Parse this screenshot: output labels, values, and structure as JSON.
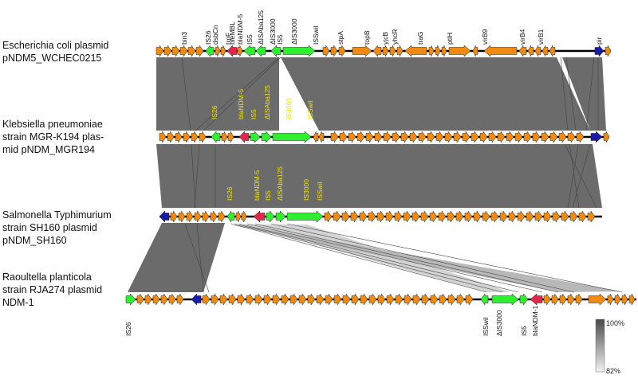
{
  "tracks": [
    {
      "lines": [
        "Escherichia coli plasmid",
        "pNDM5_WCHEC0215"
      ],
      "labels": [
        "bin3",
        "IS26",
        "dsbCn",
        "trpF",
        "bleMBL",
        "blaNDM-5",
        "IS5",
        "ΔISAba125",
        "ΔIS3000",
        "IS5",
        "ΔIS3000",
        "ISSwil",
        "stpA",
        "topB",
        "yjcB",
        "yhcR",
        "traG",
        "ptlH",
        "virB9",
        "virB4",
        "virB1",
        "pir"
      ]
    },
    {
      "lines": [
        "Klebsiella pneumoniae",
        "strain MGR-K194 plas-",
        "mid pNDM_MGR194"
      ],
      "labels": [
        "IS26",
        "blaNDM-5",
        "IS5",
        "ΔISAba125",
        "IS3000",
        "ISSwil"
      ]
    },
    {
      "lines": [
        "Salmonella Typhimurium",
        "strain SH160 plasmid",
        "pNDM_SH160"
      ],
      "labels": [
        "IS26",
        "blaNDM-5",
        "IS5",
        "ΔISAba125",
        "IS3000",
        "ISSwil"
      ]
    },
    {
      "lines": [
        "Raoultella planticola",
        "strain RJA274 plasmid",
        "NDM-1"
      ],
      "labels": [
        "IS26",
        "ISSwil",
        "ΔIS3000",
        "IS5",
        "blaNDM-1"
      ]
    }
  ],
  "identity_legend": {
    "max": "100%",
    "min": "82%"
  },
  "colors": {
    "gene": "#f28a12",
    "mobile_element": "#2ef02e",
    "resistance": "#e0284a",
    "replication": "#1a1aa8",
    "homology": "#6b6b6b",
    "backbone": "#000000"
  }
}
